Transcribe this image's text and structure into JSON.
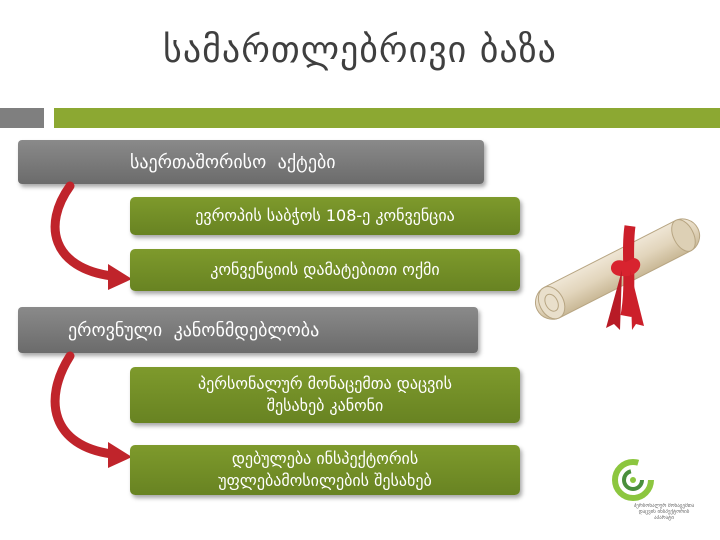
{
  "title": "სამართლებრივი ბაზა",
  "sections": [
    {
      "heading": "საერთაშორისო  აქტები",
      "items": [
        "ევროპის საბჭოს 108-ე კონვენცია",
        "კონვენციის  დამატებითი  ოქმი"
      ]
    },
    {
      "heading": "ეროვნული  კანონმდებლობა",
      "items": [
        "პერსონალურ  მონაცემთა  დაცვის\nშესახებ  კანონი",
        "დებულება  ინსპექტორის\nუფლებამოსილების  შესახებ"
      ]
    }
  ],
  "logo": {
    "lines": [
      "პერსონალურ მონაცემთა",
      "დაცვის ინსპექტორის",
      "აპარატი"
    ]
  },
  "colors": {
    "green": "#7e9a2c",
    "gray": "#7f7f7f",
    "arrow": "#c0242b",
    "ribbon": "#cc1f2a"
  },
  "icons": {
    "arrow": "curved-arrow-icon",
    "diploma": "diploma-scroll-icon",
    "logo": "inspector-logo-icon"
  }
}
